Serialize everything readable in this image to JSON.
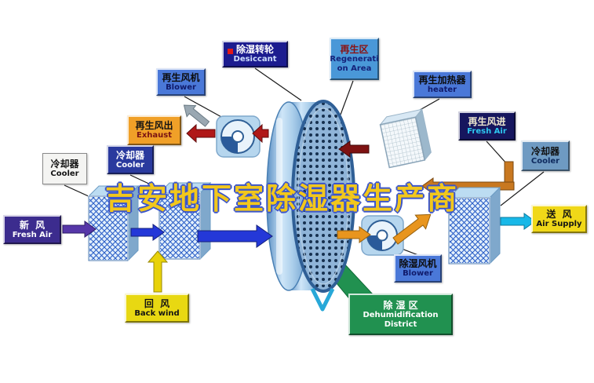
{
  "watermark": {
    "text": "吉安地下室除湿器生产商"
  },
  "labels": {
    "desiccant": {
      "zh": "除湿转轮",
      "en": "Desiccant"
    },
    "regen_area": {
      "zh": "再生区",
      "en1": "Regenerati",
      "en2": "on Area"
    },
    "regen_blower": {
      "zh": "再生风机",
      "en": "Blower"
    },
    "regen_heater": {
      "zh": "再生加热器",
      "en": "heater"
    },
    "exhaust": {
      "zh": "再生风出",
      "en": "Exhaust"
    },
    "regen_freshair": {
      "zh": "再生风进",
      "en": "Fresh Air"
    },
    "cooler_a": {
      "zh": "冷却器",
      "en": "Cooler"
    },
    "cooler_b": {
      "zh": "冷却器",
      "en": "Cooler"
    },
    "cooler_c": {
      "zh": "冷却器",
      "en": "Cooler"
    },
    "freshair": {
      "zh": "新  风",
      "en": "Fresh Air"
    },
    "airsupply": {
      "zh": "送  风",
      "en": "Air Supply"
    },
    "backwind": {
      "zh": "回  风",
      "en": "Back wind"
    },
    "dehum_blower": {
      "zh": "除湿风机",
      "en": "Blower"
    },
    "dehum_district": {
      "zh": "除 湿 区",
      "en1": "Dehumidification",
      "en2": "District"
    }
  },
  "colors": {
    "watermark_fill": "#f2c71c",
    "watermark_outline": "#3b55cc",
    "process_air_arrow": "#2438d8",
    "fresh_air_arrow": "#5636a8",
    "regen_hot_arrow": "#b01818",
    "regen_inlet_arrow": "#c87820",
    "supply_arrow": "#18b8e8",
    "return_air_arrow": "#e8d20a",
    "process_out_arrow": "#e8951e",
    "exhaust_box": "#f0a028",
    "dehum_zone_box": "#219150",
    "blue_label_box": "#4a78d8",
    "rotor_body": "#a9cdea"
  }
}
